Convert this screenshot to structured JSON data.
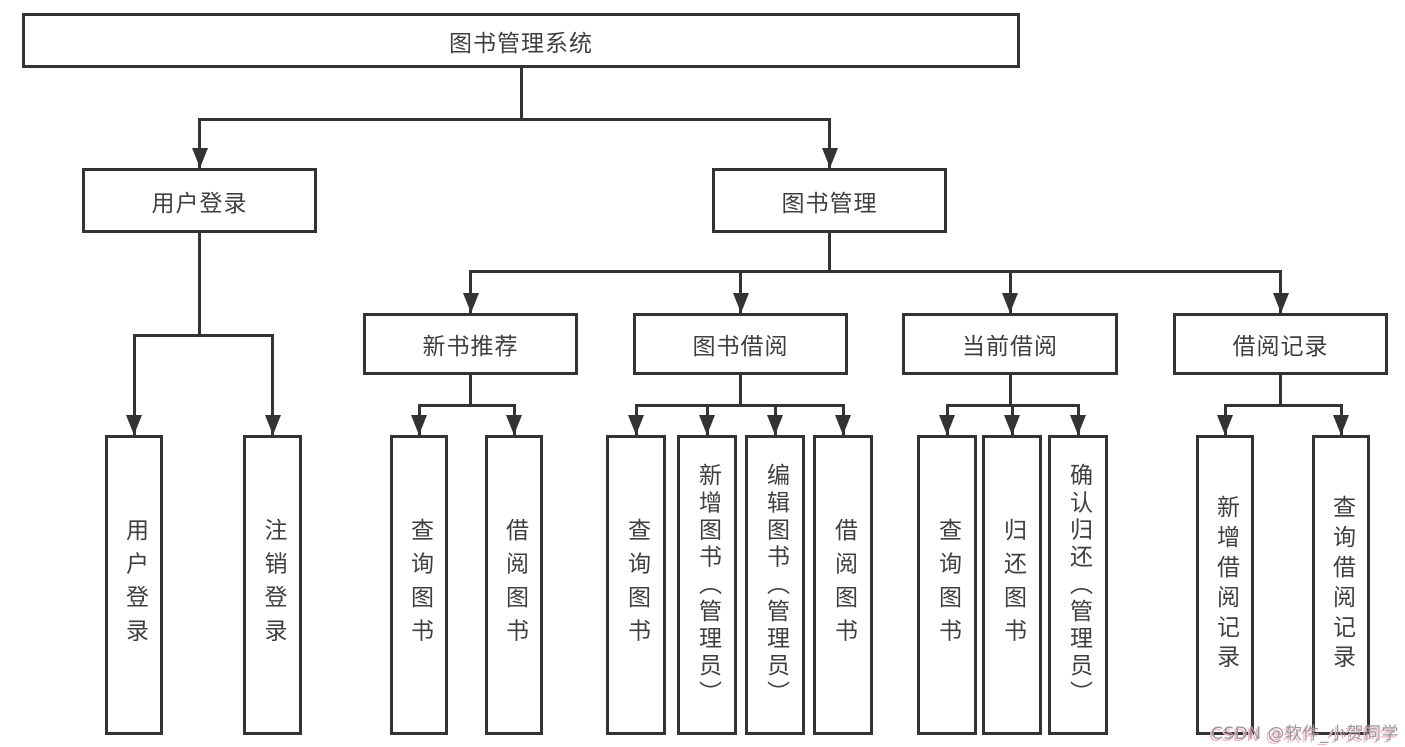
{
  "diagram": {
    "root": {
      "label": "图书管理系统"
    },
    "level2": [
      {
        "label": "用户登录"
      },
      {
        "label": "图书管理"
      }
    ],
    "level3": [
      {
        "label": "新书推荐"
      },
      {
        "label": "图书借阅"
      },
      {
        "label": "当前借阅"
      },
      {
        "label": "借阅记录"
      }
    ],
    "leaves": [
      {
        "label": "用户登录"
      },
      {
        "label": "注销登录"
      },
      {
        "label": "查询图书"
      },
      {
        "label": "借阅图书"
      },
      {
        "label": "查询图书"
      },
      {
        "label": "新增图书（管理员）"
      },
      {
        "label": "编辑图书（管理员）"
      },
      {
        "label": "借阅图书"
      },
      {
        "label": "查询图书"
      },
      {
        "label": "归还图书"
      },
      {
        "label": "确认归还（管理员）"
      },
      {
        "label": "新增借阅记录"
      },
      {
        "label": "查询借阅记录"
      }
    ],
    "colors": {
      "line": "#333333",
      "text": "#3f3f3f",
      "background": "#ffffff"
    }
  },
  "watermark": {
    "text": "CSDN @软件_小贺同学",
    "text_color": "#9a999e",
    "accent_color": "#f5b3c4"
  }
}
